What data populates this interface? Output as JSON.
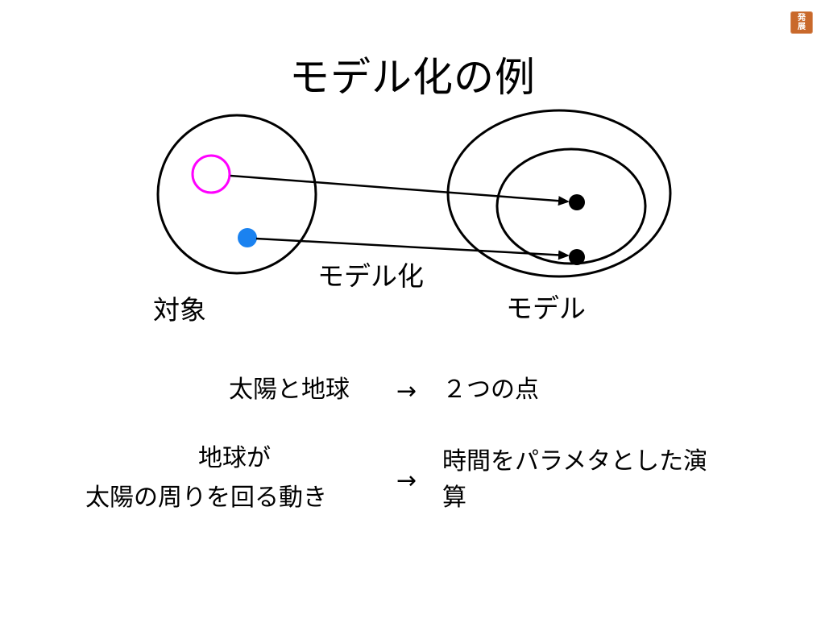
{
  "badge": {
    "top": "発",
    "bottom": "展"
  },
  "title": "モデル化の例",
  "diagram": {
    "label_object": "対象",
    "label_modeling": "モデル化",
    "label_model": "モデル",
    "colors": {
      "ring": "#ff00ff",
      "dot": "#1a82f0",
      "line": "#000000"
    }
  },
  "rows": [
    {
      "left": "太陽と地球",
      "arrow": "→",
      "right": "２つの点"
    },
    {
      "left_line1": "地球が",
      "left_line2": "太陽の周りを回る動き",
      "arrow": "→",
      "right_line1": "時間をパラメタとした演",
      "right_line2": "算"
    }
  ]
}
